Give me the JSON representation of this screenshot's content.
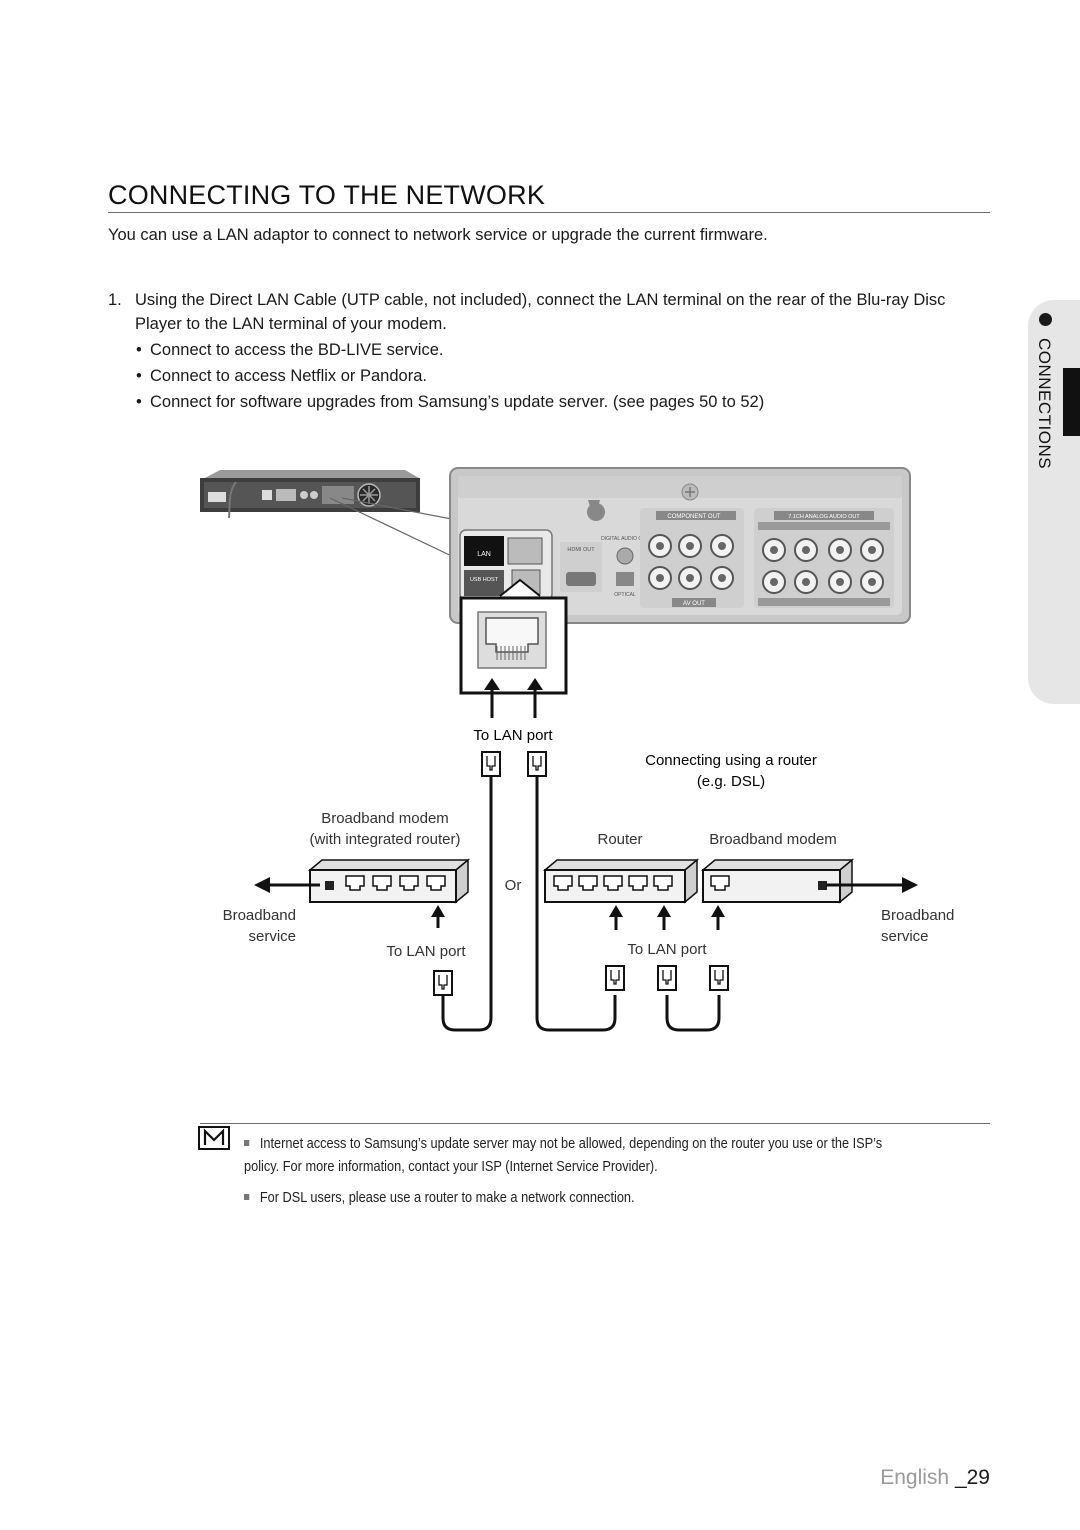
{
  "header": {
    "title": "CONNECTING TO THE NETWORK"
  },
  "intro": "You can use a LAN adaptor to connect to network service or upgrade the current firmware.",
  "step": {
    "number": "1.",
    "text": "Using the Direct LAN Cable (UTP cable, not included), connect the LAN terminal on the rear of the Blu-ray Disc Player to the LAN terminal of your modem.",
    "bullets": [
      "Connect to access the BD-LIVE service.",
      "Connect to access Netflix or Pandora.",
      "Connect for software upgrades from Samsung’s update server. (see pages 50 to 52)"
    ]
  },
  "side_tab": {
    "label": "CONNECTIONS"
  },
  "diagram": {
    "to_lan_port_top": "To LAN port",
    "router_title_line1": "Connecting using a router",
    "router_title_line2": "(e.g. DSL)",
    "modem_label_line1": "Broadband modem",
    "modem_label_line2": "(with integrated router)",
    "router_label": "Router",
    "broadband_modem_label": "Broadband modem",
    "or_label": "Or",
    "broadband_left_line1": "Broadband",
    "broadband_left_line2": "service",
    "broadband_right_line1": "Broadband",
    "broadband_right_line2": "service",
    "to_lan_port_left": "To LAN port",
    "to_lan_port_right": "To LAN port",
    "panel_labels": {
      "lan": "LAN",
      "usb_host": "USB HOST",
      "hdmi_out": "HDMI OUT",
      "digital_audio_out": "DIGITAL AUDIO OUT",
      "optical": "OPTICAL",
      "component_out": "COMPONENT OUT",
      "analog_audio_out": "7.1CH ANALOG AUDIO OUT",
      "av_out": "AV OUT"
    }
  },
  "notes": [
    "Internet access to Samsung’s update server may not be allowed, depending on the router you use or the ISP’s policy. For more information, contact your ISP (Internet Service Provider).",
    "For DSL users, please use a router to make a network connection."
  ],
  "footer": {
    "language": "English",
    "page_number": "_29"
  }
}
